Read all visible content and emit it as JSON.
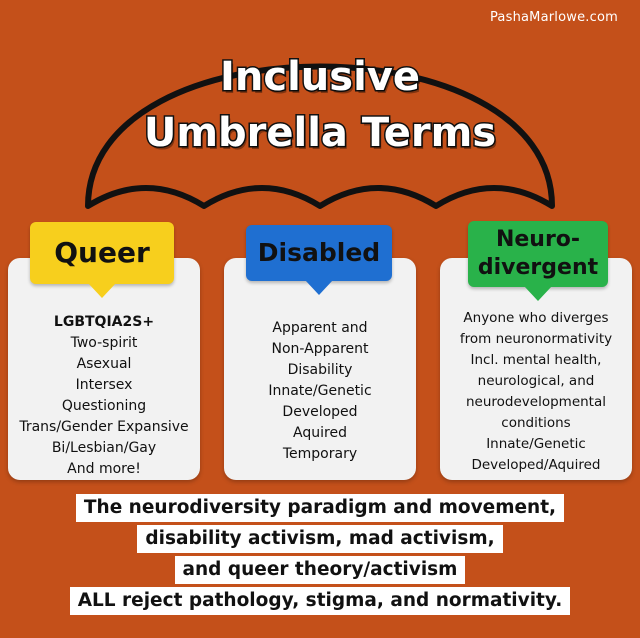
{
  "site_credit": "PashaMarlowe.com",
  "title": {
    "line1": "Inclusive",
    "line2": "Umbrella Terms"
  },
  "colors": {
    "background": "#c4501a",
    "queer": "#f7cf1d",
    "disabled": "#1f6fd1",
    "neurodivergent": "#29b24a",
    "card": "#f2f2f2"
  },
  "cards": {
    "queer": {
      "label": "Queer",
      "items": [
        "LGBTQIA2S+",
        "Two-spirit",
        "Asexual",
        "Intersex",
        "Questioning",
        "Trans/Gender Expansive",
        "Bi/Lesbian/Gay",
        "And more!"
      ]
    },
    "disabled": {
      "label": "Disabled",
      "items": [
        "Apparent and",
        "Non-Apparent",
        "Disability",
        "Innate/Genetic",
        "Developed",
        "Aquired",
        "Temporary"
      ]
    },
    "neurodivergent": {
      "label_line1": "Neuro-",
      "label_line2": "divergent",
      "items": [
        "Anyone who diverges",
        "from neuronormativity",
        "Incl. mental health,",
        "neurological, and",
        "neurodevelopmental",
        "conditions",
        "Innate/Genetic",
        "Developed/Aquired"
      ]
    }
  },
  "statement": [
    "The neurodiversity paradigm and movement,",
    "disability activism, mad activism,",
    "and queer theory/activism",
    "ALL reject pathology, stigma, and normativity."
  ]
}
